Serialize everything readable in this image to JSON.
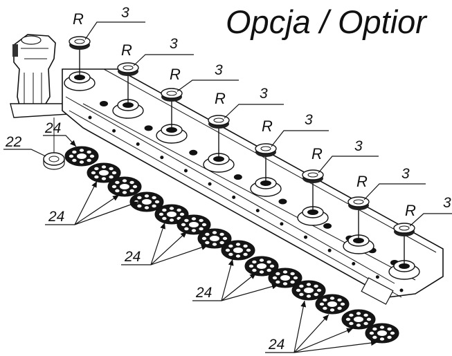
{
  "title": "Opcja / Optior",
  "labels": {
    "r": "R",
    "bearing": "3",
    "nut": "22",
    "disc": "24"
  }
}
